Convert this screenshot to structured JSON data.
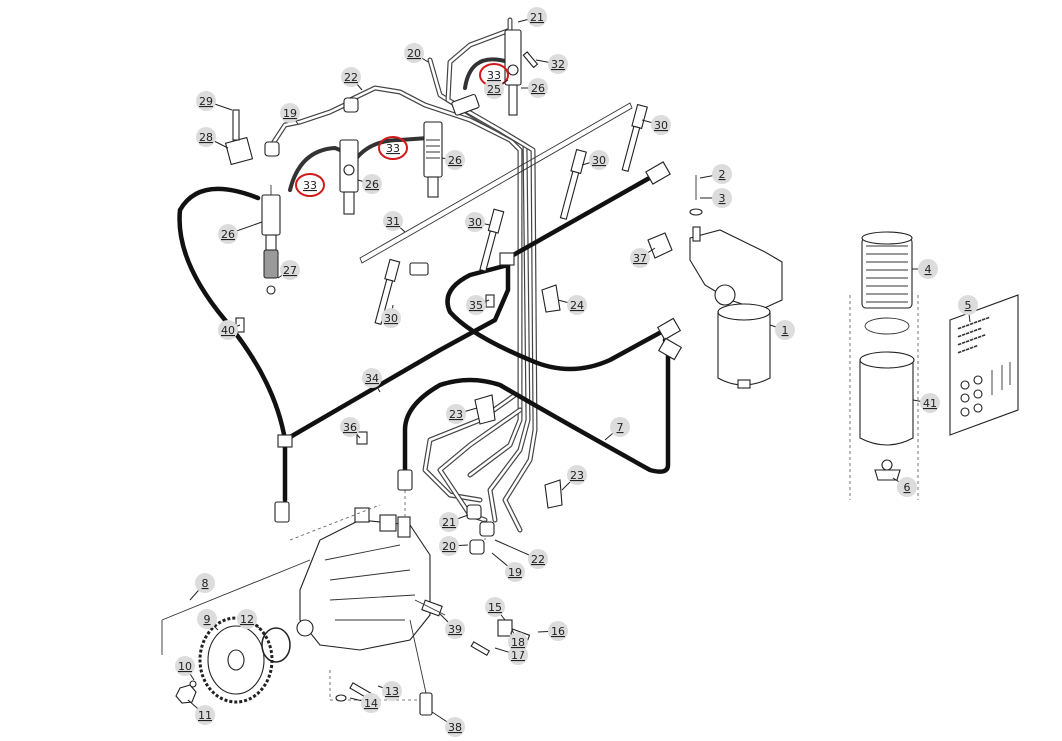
{
  "diagram": {
    "callouts": [
      {
        "label": "1"
      },
      {
        "label": "2"
      },
      {
        "label": "3"
      },
      {
        "label": "4"
      },
      {
        "label": "5"
      },
      {
        "label": "6"
      },
      {
        "label": "7"
      },
      {
        "label": "8"
      },
      {
        "label": "9"
      },
      {
        "label": "10"
      },
      {
        "label": "11"
      },
      {
        "label": "12"
      },
      {
        "label": "13"
      },
      {
        "label": "14"
      },
      {
        "label": "15"
      },
      {
        "label": "16"
      },
      {
        "label": "17"
      },
      {
        "label": "18"
      },
      {
        "label": "19"
      },
      {
        "label": "19"
      },
      {
        "label": "20"
      },
      {
        "label": "20"
      },
      {
        "label": "21"
      },
      {
        "label": "21"
      },
      {
        "label": "22"
      },
      {
        "label": "22"
      },
      {
        "label": "23"
      },
      {
        "label": "23"
      },
      {
        "label": "24"
      },
      {
        "label": "25"
      },
      {
        "label": "26"
      },
      {
        "label": "26"
      },
      {
        "label": "26"
      },
      {
        "label": "26"
      },
      {
        "label": "27"
      },
      {
        "label": "28"
      },
      {
        "label": "29"
      },
      {
        "label": "30"
      },
      {
        "label": "30"
      },
      {
        "label": "30"
      },
      {
        "label": "30"
      },
      {
        "label": "31"
      },
      {
        "label": "32"
      },
      {
        "label": "33"
      },
      {
        "label": "33"
      },
      {
        "label": "33"
      },
      {
        "label": "34"
      },
      {
        "label": "35"
      },
      {
        "label": "36"
      },
      {
        "label": "37"
      },
      {
        "label": "38"
      },
      {
        "label": "39"
      },
      {
        "label": "40"
      },
      {
        "label": "41"
      }
    ],
    "highlight_color": "#d11a1a",
    "hose_color": "#111111"
  }
}
